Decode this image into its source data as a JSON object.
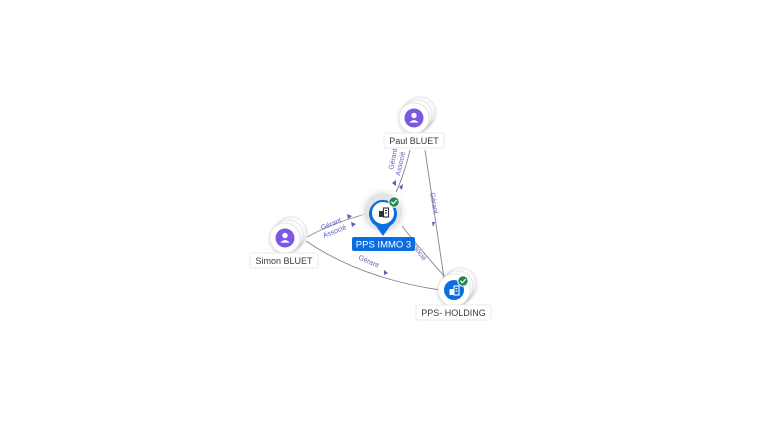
{
  "nodes": {
    "paul": {
      "label": "Paul BLUET",
      "icon": "person-icon"
    },
    "simon": {
      "label": "Simon BLUET",
      "icon": "person-icon"
    },
    "pps_immo": {
      "label": "PPS IMMO 3",
      "icon": "building-icon",
      "status_icon": "check-icon"
    },
    "pps_holding": {
      "label": "PPS- HOLDING",
      "icon": "building-icon",
      "status_icon": "check-icon"
    }
  },
  "edges": {
    "paul_immo": [
      "Gérant",
      "Associé"
    ],
    "simon_immo": [
      "Gérant",
      "Associé"
    ],
    "paul_holding": [
      "Gérant"
    ],
    "simon_holding": [
      "Gérant"
    ],
    "holding_immo": [
      "Associé"
    ]
  },
  "colors": {
    "person": "#7b57e4",
    "company": "#0b6ee0",
    "check": "#1f8a4c",
    "edge": "#7f8494",
    "edge_label": "#5b5fb8"
  }
}
